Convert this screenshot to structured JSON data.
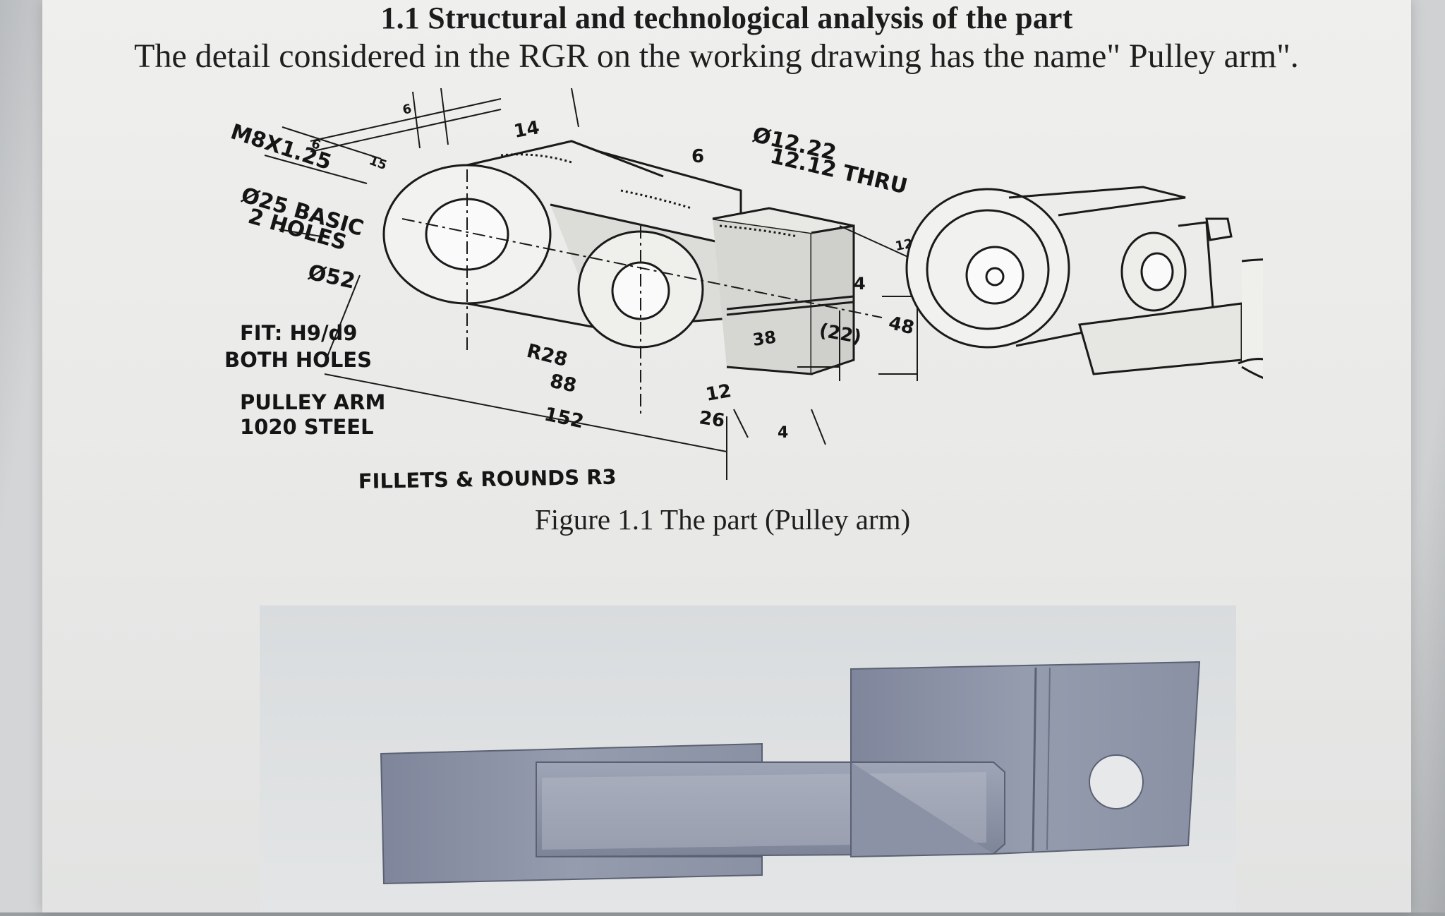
{
  "document": {
    "heading": "1.1 Structural and technological analysis of the part",
    "paragraph": "The detail considered in the RGR on the working drawing has the name\" Pulley arm\".",
    "figure_caption": "Figure 1.1 The part (Pulley arm)"
  },
  "drawing_labels": {
    "thread": "M8X1.25",
    "hole_basic": "Ø25 BASIC",
    "hole_count": "2 HOLES",
    "boss_diameter": "Ø52",
    "fit": "FIT: H9/d9",
    "fit_scope": "BOTH HOLES",
    "part_name": "PULLEY ARM",
    "material": "1020 STEEL",
    "fillets": "FILLETS & ROUNDS R3",
    "thru_hole_upper": "Ø12.22",
    "thru_hole_lower": "12.12 THRU",
    "radius": "R28",
    "d6_a": "6",
    "d15": "15",
    "d6_b": "6",
    "d14": "14",
    "d6_c": "6",
    "d12_a": "12",
    "d4_a": "4",
    "d48": "48",
    "d22": "(22)",
    "d38": "38",
    "d88": "88",
    "d152": "152",
    "d12_b": "12",
    "d26": "26",
    "d4_b": "4"
  },
  "colors": {
    "page": "#eceae8",
    "ink": "#1c1c1c",
    "render_background": "#dcdfe1",
    "model_steel": "#8c93a6"
  }
}
